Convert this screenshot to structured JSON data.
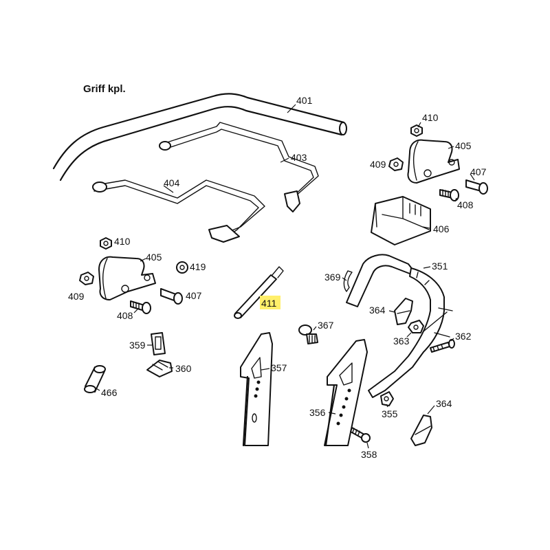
{
  "title": "Griff kpl.",
  "highlight_color": "#ffef6a",
  "labels": {
    "p401": "401",
    "p403": "403",
    "p404": "404",
    "p405a": "405",
    "p405b": "405",
    "p406": "406",
    "p407a": "407",
    "p407b": "407",
    "p408a": "408",
    "p408b": "408",
    "p409a": "409",
    "p409b": "409",
    "p410a": "410",
    "p410b": "410",
    "p411": "411",
    "p419": "419",
    "p351": "351",
    "p355": "355",
    "p356": "356",
    "p357": "357",
    "p358": "358",
    "p359": "359",
    "p360": "360",
    "p362": "362",
    "p363": "363",
    "p364a": "364",
    "p364b": "364",
    "p367": "367",
    "p369": "369",
    "p466": "466"
  }
}
